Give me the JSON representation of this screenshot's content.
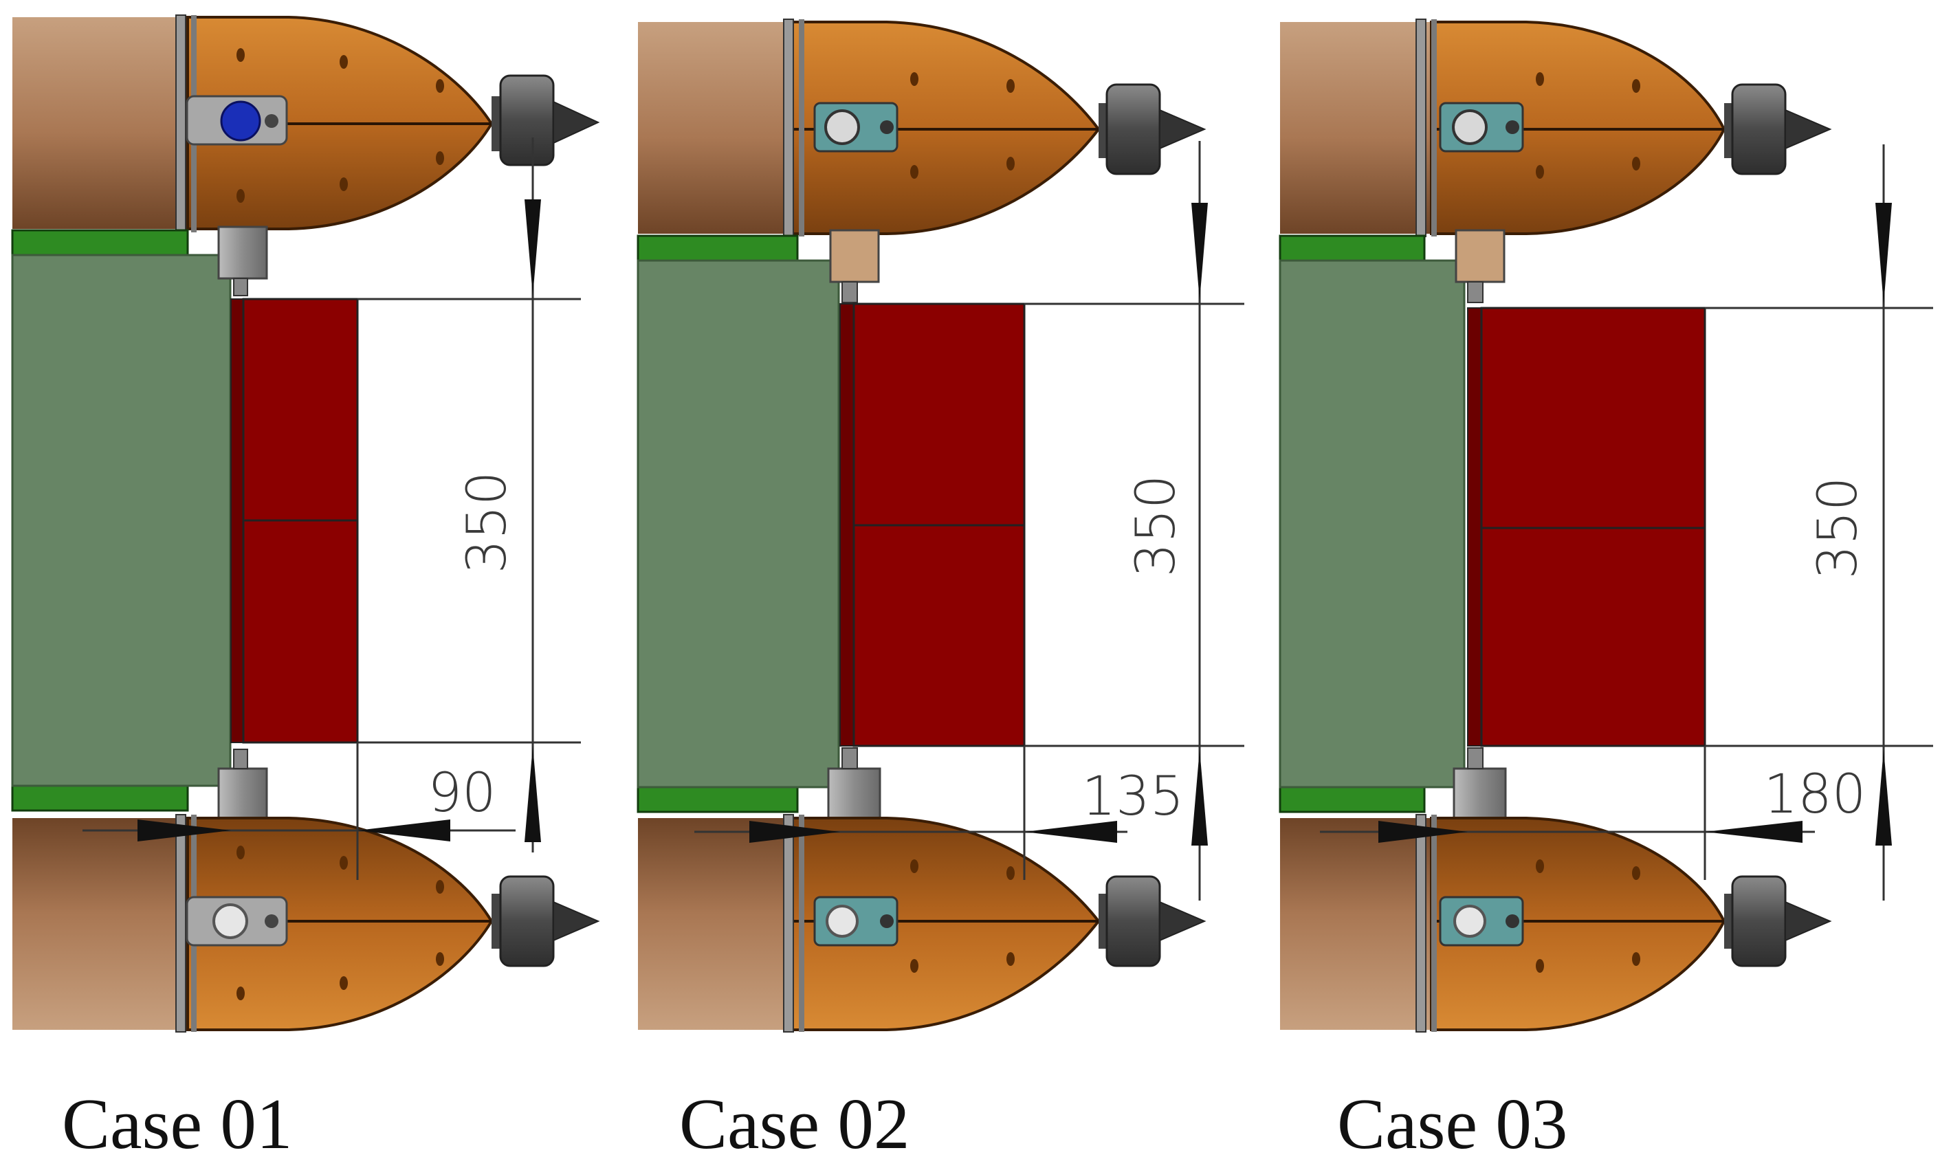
{
  "figure": {
    "cases": [
      {
        "label": "Case 01",
        "height_dim": "350",
        "width_dim": "90"
      },
      {
        "label": "Case 02",
        "height_dim": "350",
        "width_dim": "135"
      },
      {
        "label": "Case 03",
        "height_dim": "350",
        "width_dim": "180"
      }
    ]
  },
  "colors": {
    "hull_copper": "#b96a20",
    "hull_dark": "#6e3c10",
    "hull_tan": "#b08058",
    "deck_green": "#678565",
    "rail_green": "#2e8b22",
    "flap_red": "#8b0000",
    "motor_gray": "#555555",
    "dim_line": "#333333"
  }
}
